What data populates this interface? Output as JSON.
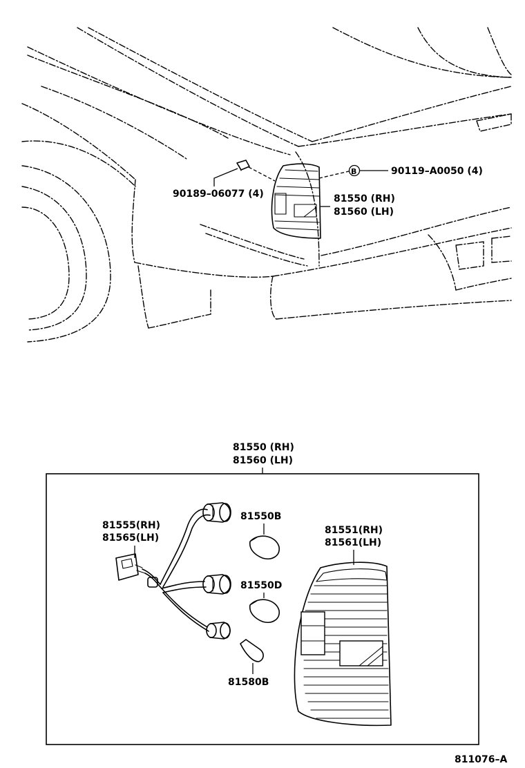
{
  "vehicle_view": {
    "clip_label": "90189–06077 (4)",
    "screw_symbol": "B",
    "screw_label": "90119–A0050 (4)",
    "lamp_label_rh": "81550 (RH)",
    "lamp_label_lh": "81560 (LH)"
  },
  "detail_view": {
    "assembly_label_rh": "81550 (RH)",
    "assembly_label_lh": "81560 (LH)",
    "socket_label_rh": "81555(RH)",
    "socket_label_lh": "81565(LH)",
    "bulb_upper_label": "81550B",
    "bulb_middle_label": "81550D",
    "bulb_lower_label": "81580B",
    "lens_label_rh": "81551(RH)",
    "lens_label_lh": "81561(LH)"
  },
  "figure_number": "811076–A"
}
